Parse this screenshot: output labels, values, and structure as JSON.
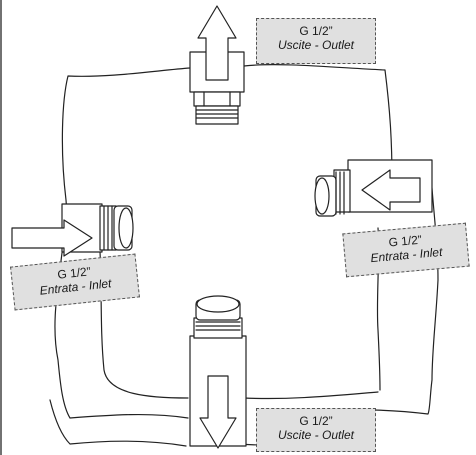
{
  "labels": {
    "outlet_top": {
      "size": "G 1/2”",
      "text": "Uscite - Outlet"
    },
    "inlet_right": {
      "size": "G 1/2”",
      "text": "Entrata - Inlet"
    },
    "inlet_left": {
      "size": "G 1/2”",
      "text": "Entrata - Inlet"
    },
    "outlet_bottom": {
      "size": "G 1/2”",
      "text": "Uscite - Outlet"
    }
  }
}
